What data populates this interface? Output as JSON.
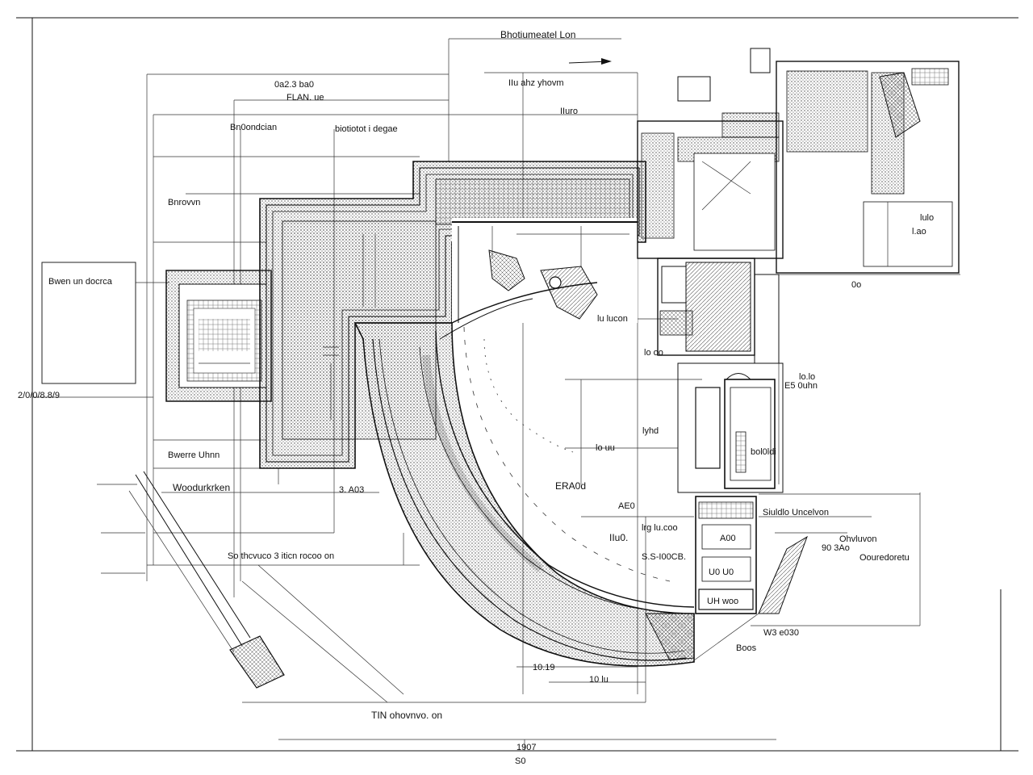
{
  "drawing": {
    "title": "Bhotiumeatel Lon",
    "bottom_caption": "TIN ohovnvo. on",
    "bottom_scale_top": "1907",
    "bottom_scale_bottom": "S0"
  },
  "labels": {
    "top_1": "0a2.3 ba0",
    "top_2": "FLAN. ue",
    "top_3": "IIu ahz yhovm",
    "top_4": "IIuro",
    "left_1": "Bn0ondcian",
    "left_2": "biotiotot i degae",
    "left_3": "Bnrovvn",
    "left_box": "Bwen un docrca",
    "left_dim": "2/0/0/8.8/9",
    "left_4": "Bwerre Uhnn",
    "left_5": "Woodurkrken",
    "left_6": "3. A03",
    "left_7": "So thcvuco 3 iticn rocoo on",
    "mid_1": "lu lucon",
    "mid_2": "lo oo",
    "mid_3": "lyhd",
    "mid_4": "lo uu",
    "mid_5": "ERA0d",
    "mid_6": "AE0",
    "mid_7": "IIu0.",
    "mid_8": "lrg lu.coo",
    "mid_9": "S.S-I00CB.",
    "mid_10": "10.19",
    "mid_11": "10 lu",
    "right_1": "lulo",
    "right_2": "l.ao",
    "right_3": "0o",
    "right_4": "lo.lo",
    "right_5": "E5 0uhn",
    "right_6": "bol0ldi",
    "right_7": "Siuldlo Uncelvon",
    "right_8": "Ohvluvon",
    "right_9": "90 3Ao",
    "right_10": "Oouredoretu",
    "right_11": "W3 e030",
    "right_12": "Boos",
    "box_1": "A00",
    "box_2": "U0 U0",
    "box_3": "UH woo"
  }
}
